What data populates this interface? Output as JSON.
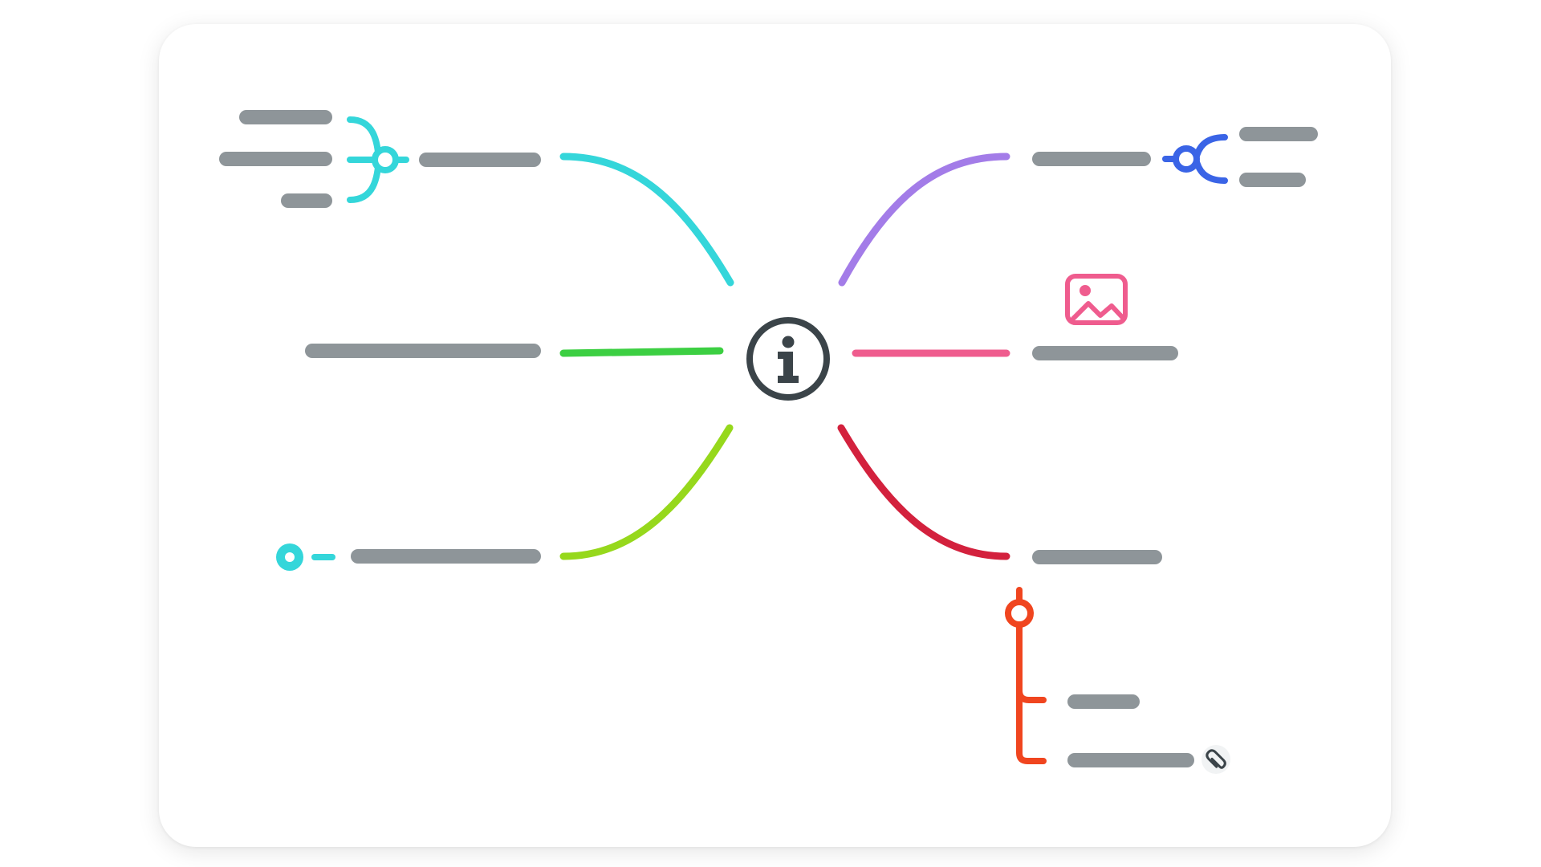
{
  "diagram": {
    "type": "mind-map",
    "center_node": {
      "icon": "info-icon",
      "glyph": "i"
    },
    "placeholder_color": "#8e9599",
    "branches": [
      {
        "id": "top-left",
        "color": "#34d6da",
        "child_icon": "fork-three-icon"
      },
      {
        "id": "middle-left",
        "color": "#3ccf42",
        "child_icon": "none"
      },
      {
        "id": "bottom-left",
        "color": "#96d81c",
        "child_icon": "single-node-icon"
      },
      {
        "id": "top-right",
        "color": "#a37ce8",
        "child_icon": "fork-two-icon",
        "child_icon_color": "#3a64e6"
      },
      {
        "id": "middle-right",
        "color": "#ef5c8e",
        "child_icon": "image-icon"
      },
      {
        "id": "bottom-right",
        "color": "#d3213d",
        "child_icon": "tree-icon",
        "child_icon_color": "#f0451f",
        "attachment_icon": "paperclip-icon"
      }
    ]
  }
}
